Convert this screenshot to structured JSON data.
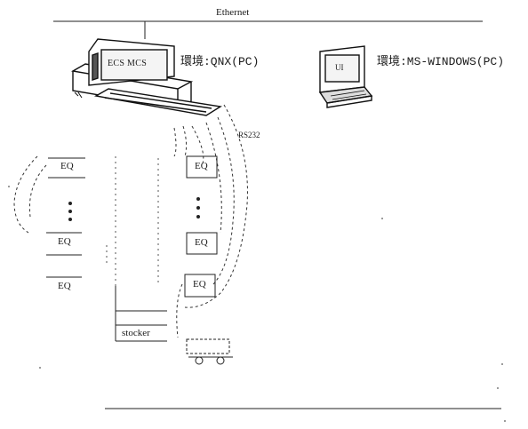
{
  "network": {
    "label": "Ethernet"
  },
  "server": {
    "screen_label": "ECS MCS",
    "env_label": "環境:QNX(PC)"
  },
  "client": {
    "screen_label": "UI",
    "env_label": "環境:MS-WINDOWS(PC)"
  },
  "link": {
    "label": "RS232"
  },
  "left_column": {
    "eq_labels": [
      "EQ",
      "EQ",
      "EQ"
    ]
  },
  "right_column": {
    "eq_labels": [
      "EQ",
      "EQ",
      "EQ"
    ]
  },
  "stocker": {
    "label": "stocker"
  },
  "icons": [
    "desktop-pc-icon",
    "laptop-pc-icon",
    "vehicle-icon",
    "ellipsis-vertical-icon"
  ]
}
